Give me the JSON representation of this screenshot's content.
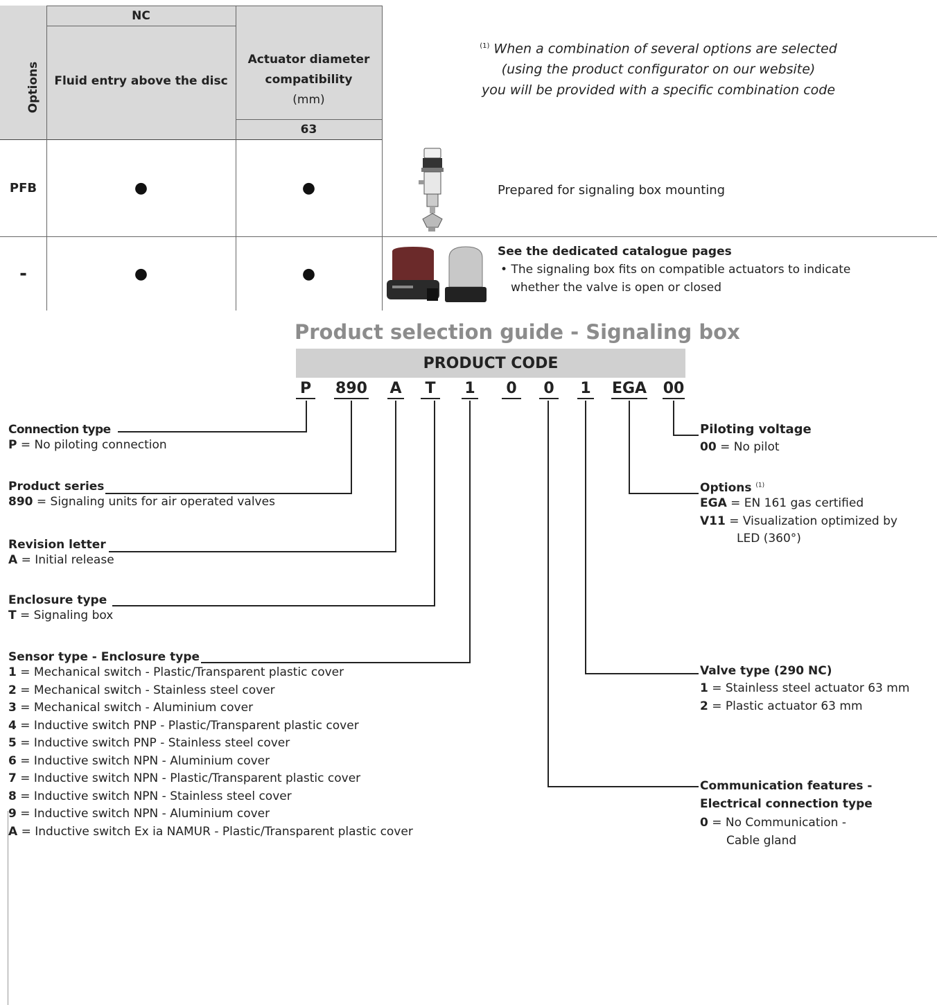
{
  "options_table": {
    "header": {
      "nc": "NC",
      "options": "Options",
      "fluid_entry": "Fluid entry above the disc",
      "actuator_lines": [
        "Actuator diameter",
        "compatibility",
        "(mm)"
      ],
      "diameter": "63"
    },
    "rows": [
      {
        "code": "PFB",
        "fluid": "●",
        "actuator": "●",
        "description": "Prepared for signaling box mounting",
        "image": "actuator-with-signaling-box-image"
      },
      {
        "code": "-",
        "fluid": "●",
        "actuator": "●",
        "description_title": "See the dedicated catalogue pages",
        "bullet_lines": [
          "• The signaling box fits on compatible actuators to indicate",
          "whether the valve is open or closed"
        ],
        "image": "signaling-box-units-image"
      }
    ]
  },
  "note": {
    "marker": "(1)",
    "lines": [
      "When a combination of several options are selected",
      "(using the product configurator on our website)",
      "you will be provided with a specific combination code"
    ]
  },
  "guide": {
    "title": "Product selection guide - Signaling box",
    "product_code_label": "PRODUCT CODE",
    "code_parts": [
      "P",
      "890",
      "A",
      "T",
      "1",
      "0",
      "0",
      "1",
      "EGA",
      "00"
    ]
  },
  "left_legends": [
    {
      "label": "Connection type",
      "items": [
        {
          "k": "P",
          "v": "= No piloting connection"
        }
      ]
    },
    {
      "label": "Product series",
      "items": [
        {
          "k": "890",
          "v": "= Signaling units for air operated valves"
        }
      ]
    },
    {
      "label": "Revision letter",
      "items": [
        {
          "k": "A",
          "v": "= Initial release"
        }
      ]
    },
    {
      "label": "Enclosure type",
      "items": [
        {
          "k": "T",
          "v": "= Signaling box"
        }
      ]
    },
    {
      "label": "Sensor type - Enclosure type",
      "items": [
        {
          "k": "1",
          "v": "= Mechanical switch - Plastic/Transparent plastic cover"
        },
        {
          "k": "2",
          "v": "= Mechanical switch - Stainless steel cover"
        },
        {
          "k": "3",
          "v": "= Mechanical switch - Aluminium cover"
        },
        {
          "k": "4",
          "v": "= Inductive switch PNP - Plastic/Transparent plastic cover"
        },
        {
          "k": "5",
          "v": "= Inductive switch PNP - Stainless steel cover"
        },
        {
          "k": "6",
          "v": "= Inductive switch NPN - Aluminium cover"
        },
        {
          "k": "7",
          "v": "= Inductive switch NPN - Plastic/Transparent plastic cover"
        },
        {
          "k": "8",
          "v": "= Inductive switch NPN - Stainless steel cover"
        },
        {
          "k": "9",
          "v": "= Inductive switch NPN - Aluminium cover"
        },
        {
          "k": "A",
          "v": "= Inductive switch Ex ia NAMUR - Plastic/Transparent plastic cover"
        }
      ]
    }
  ],
  "right_legends": {
    "piloting": {
      "label": "Piloting voltage",
      "items": [
        {
          "k": "00",
          "v": "= No pilot"
        }
      ]
    },
    "options": {
      "label": "Options",
      "sup": "(1)",
      "items": [
        {
          "k": "EGA",
          "v": "= EN 161 gas certified"
        },
        {
          "k": "V11",
          "v": "= Visualization optimized by"
        }
      ],
      "continuation": "LED (360°)"
    },
    "valve": {
      "label": "Valve type (290 NC)",
      "items": [
        {
          "k": "1",
          "v": "= Stainless steel actuator 63 mm"
        },
        {
          "k": "2",
          "v": "= Plastic actuator 63 mm"
        }
      ]
    },
    "communication": {
      "label_lines": [
        "Communication features -",
        "Electrical connection type"
      ],
      "items": [
        {
          "k": "0",
          "v": "= No Communication -"
        }
      ],
      "continuation": "Cable gland"
    }
  }
}
